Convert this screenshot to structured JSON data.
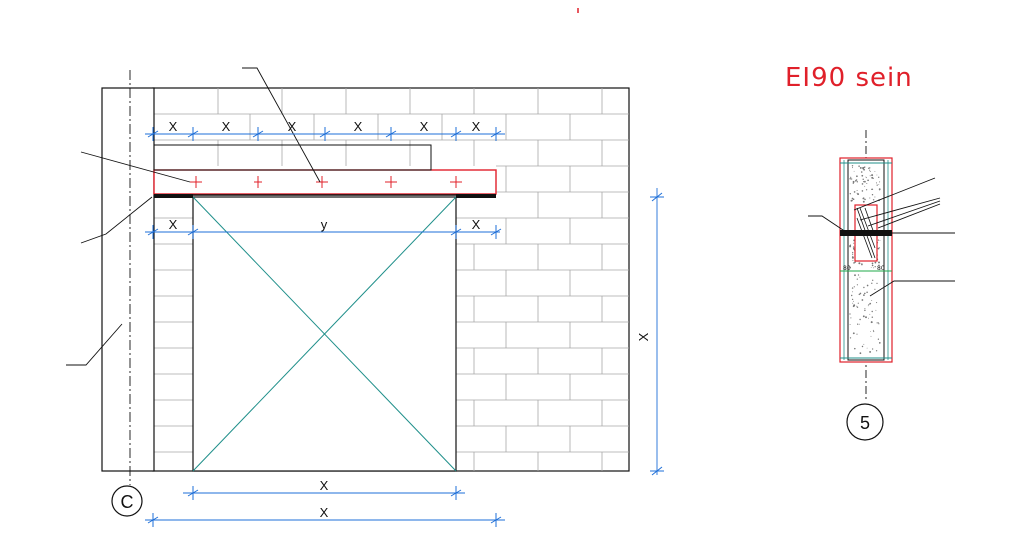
{
  "drawing": {
    "title": "EI90 sein",
    "axis_label_c": "C",
    "detail_number": "5",
    "dims": {
      "top_segments": [
        "X",
        "X",
        "X",
        "X",
        "X",
        "X"
      ],
      "mid_left": "X",
      "mid_center": "y",
      "mid_right": "X",
      "right_vertical": "X",
      "bottom_inner": "X",
      "bottom_outer": "X"
    },
    "section": {
      "label_left": "80",
      "label_right": "80"
    },
    "colors": {
      "line": "#111111",
      "red": "#e0202a",
      "teal": "#1f8f8a",
      "dim": "#1e6fd8",
      "brick": "#9a9a9a"
    }
  }
}
